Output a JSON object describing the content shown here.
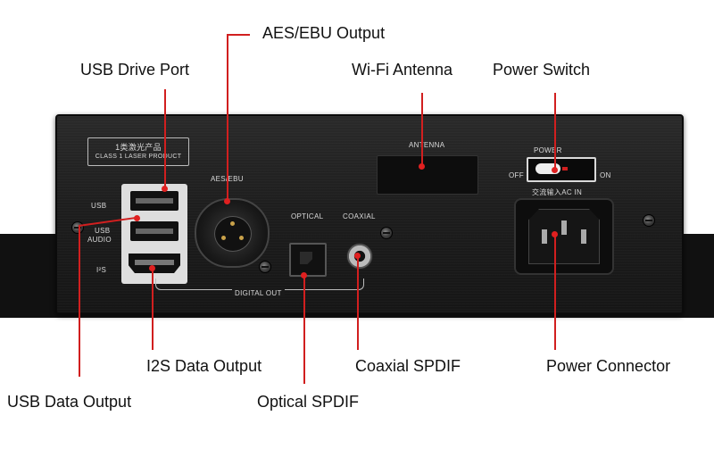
{
  "callouts": {
    "aes_ebu_output": "AES/EBU Output",
    "usb_drive_port": "USB Drive Port",
    "wifi_antenna": "Wi-Fi Antenna",
    "power_switch": "Power Switch",
    "i2s_data_output": "I2S Data Output",
    "coaxial_spdif": "Coaxial SPDIF",
    "power_connector": "Power Connector",
    "usb_data_output": "USB Data Output",
    "optical_spdif": "Optical SPDIF"
  },
  "device_labels": {
    "laser_line1": "1类激光产品",
    "laser_line2": "CLASS 1 LASER PRODUCT",
    "usb": "USB",
    "usb_audio_1": "USB",
    "usb_audio_2": "AUDIO",
    "i2s": "I²S",
    "aes_ebu": "AES/EBU",
    "optical": "OPTICAL",
    "coaxial": "COAXIAL",
    "digital_out": "DIGITAL OUT",
    "antenna": "ANTENNA",
    "power": "POWER",
    "off": "OFF",
    "on": "ON",
    "ac_in": "交流输入AC IN"
  },
  "colors": {
    "leader": "#d11f1f",
    "chassis": "#1e1e1e",
    "background": "#ffffff"
  }
}
